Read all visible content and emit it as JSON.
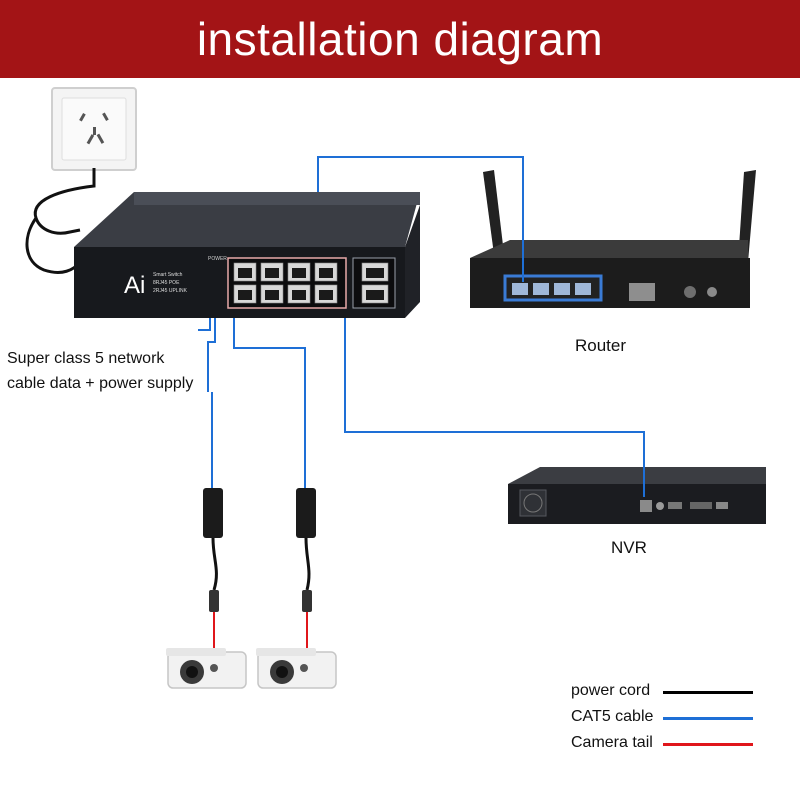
{
  "title": "installation diagram",
  "switch": {
    "brand": "Ai",
    "line1": "Smart Switch",
    "line2": "8RJ45 POE",
    "line3": "2RJ45 UPLINK",
    "power": "POWER"
  },
  "labels": {
    "router": "Router",
    "nvr": "NVR",
    "cable_line1": "Super class 5 network",
    "cable_line2": "cable data + power supply"
  },
  "legend": [
    {
      "label": "power cord",
      "color": "#000000"
    },
    {
      "label": "CAT5 cable",
      "color": "#1e6fd6"
    },
    {
      "label": "Camera tail",
      "color": "#e0161b"
    }
  ],
  "colors": {
    "banner": "#a31416",
    "cat5": "#1e6fd6",
    "power": "#000000",
    "tail": "#e0161b"
  }
}
